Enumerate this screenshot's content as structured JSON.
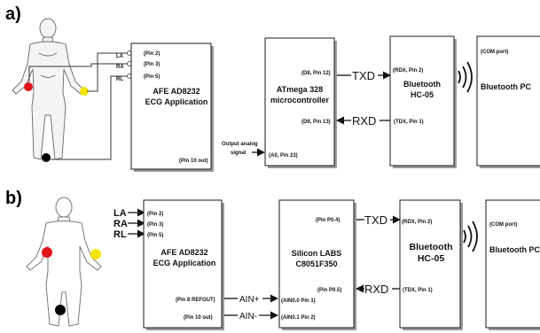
{
  "panel_a": {
    "label": "a)",
    "leads": [
      "LA",
      "RA",
      "RL"
    ],
    "afe": {
      "pins": [
        "(Pin 2)",
        "(Pin 3)",
        "(Pin 5)"
      ],
      "title_line1": "AFE AD8232",
      "title_line2": "ECG Application",
      "pin_out": "(Pin 10 out)"
    },
    "analog_note_line1": "Output analog",
    "analog_note_line2": "signal",
    "mcu": {
      "title_line1": "ATmega 328",
      "title_line2": "microcontroller",
      "pin_tx": "(D8, Pin 12)",
      "pin_rx": "(D9, Pin 13)",
      "pin_adc": "(A0, Pin 23)"
    },
    "txd": "TXD",
    "rxd": "RXD",
    "bt": {
      "pin_rdx": "(RDX, Pin 2)",
      "title_line1": "Bluetooth",
      "title_line2": "HC-05",
      "pin_tdx": "(TDX, Pin 1)"
    },
    "pc": {
      "com": "(COM port)",
      "title": "Bluetooth PC"
    }
  },
  "panel_b": {
    "label": "b)",
    "leads": [
      "LA",
      "RA",
      "RL"
    ],
    "afe": {
      "pins": [
        "(Pin 2)",
        "(Pin 3)",
        "(Pin 5)"
      ],
      "title_line1": "AFE AD8232",
      "title_line2": "ECG Application",
      "pin_refout": "(Pin 8 REFOUT)",
      "pin_out": "(Pin 10 out)"
    },
    "ain_plus": "AIN+",
    "ain_minus": "AIN-",
    "mcu": {
      "pin_tx": "(Pin P0.4)",
      "title_line1": "Silicon LABS",
      "title_line2": "C8051F350",
      "pin_rx": "(Pin P0.5)",
      "pin_ain0": "(AIN0.0 Pin 1)",
      "pin_ain1": "(AIN0.1 Pin 2)"
    },
    "txd": "TXD",
    "rxd": "RXD",
    "bt": {
      "pin_rdx": "(RDX, Pin 2)",
      "title_line1": "Bluetooth",
      "title_line2": "HC-05",
      "pin_tdx": "(TDX, Pin 1)"
    },
    "pc": {
      "com": "(COM port)",
      "title": "Bluetooth PC"
    }
  },
  "colors": {
    "electrode_red": "#e0141b",
    "electrode_yellow": "#f2e600",
    "electrode_black": "#000000"
  }
}
